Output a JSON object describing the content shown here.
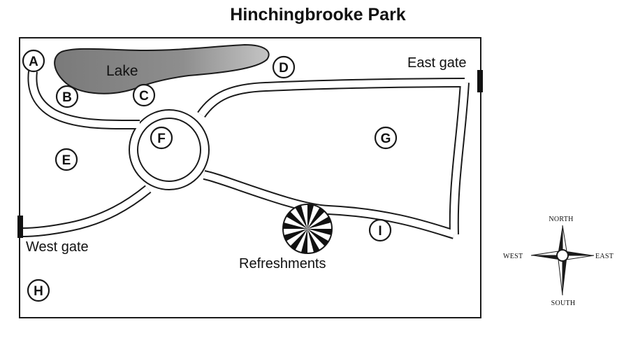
{
  "title": "Hinchingbrooke Park",
  "labels": {
    "lake": "Lake",
    "east_gate": "East gate",
    "west_gate": "West gate",
    "refreshments": "Refreshments"
  },
  "markers": [
    "A",
    "B",
    "C",
    "D",
    "E",
    "F",
    "G",
    "H",
    "I"
  ],
  "compass": {
    "north": "NORTH",
    "south": "SOUTH",
    "east": "EAST",
    "west": "WEST"
  },
  "colors": {
    "ink": "#1a1a1a",
    "lake_fill": "#8a8a8a",
    "background": "#ffffff"
  }
}
